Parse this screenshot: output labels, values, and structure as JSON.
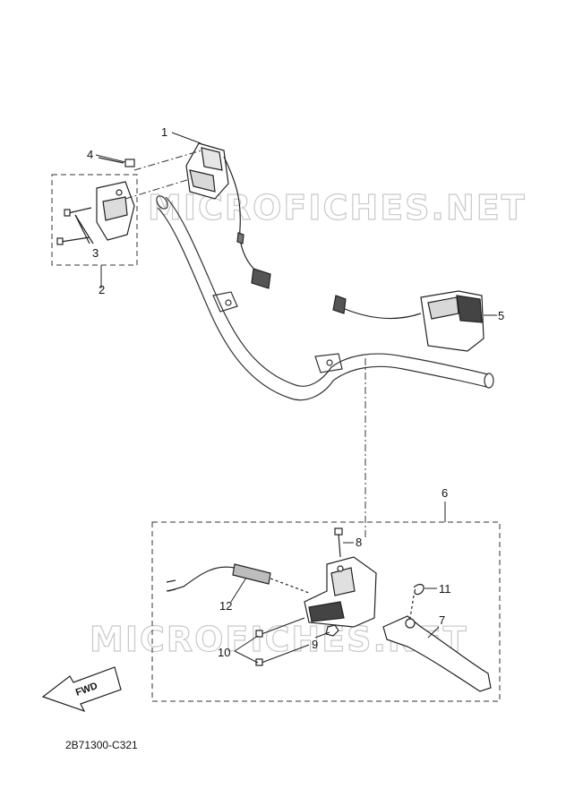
{
  "callouts": {
    "c1": "1",
    "c2": "2",
    "c3": "3",
    "c4": "4",
    "c5": "5",
    "c6": "6",
    "c7": "7",
    "c8": "8",
    "c9": "9",
    "c10": "10",
    "c11": "11",
    "c12": "12"
  },
  "direction_label": "FWD",
  "diagram_code": "2B71300-C321",
  "watermark": "MICROFICHES.NET"
}
